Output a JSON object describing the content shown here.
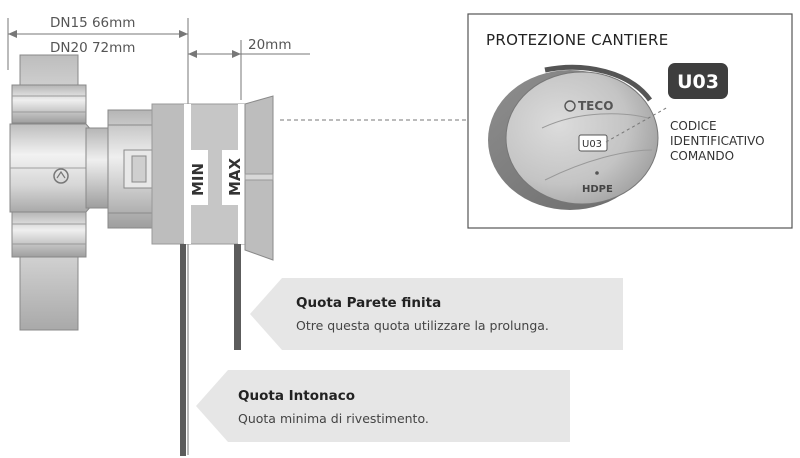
{
  "dimensions": {
    "dn15": "DN15 66mm",
    "dn20": "DN20 72mm",
    "gap": "20mm"
  },
  "markers": {
    "min": "MIN",
    "max": "MAX"
  },
  "protection_box": {
    "title": "PROTEZIONE CANTIERE",
    "badge": "U03",
    "cap_code": "U03",
    "cap_brand": "TECO",
    "cap_material": "HDPE",
    "code_label_lines": [
      "CODICE",
      "IDENTIFICATIVO",
      "COMANDO"
    ]
  },
  "callouts": [
    {
      "title": "Quota Parete finita",
      "subtitle": "Otre questa quota utilizzare la prolunga."
    },
    {
      "title": "Quota Intonaco",
      "subtitle": "Quota minima di rivestimento."
    }
  ],
  "colors": {
    "body_gray": "#c9c9c9",
    "dark_gray": "#5c5c5c",
    "badge_bg": "#3e3e3e",
    "callout_bg": "#e6e6e6"
  }
}
